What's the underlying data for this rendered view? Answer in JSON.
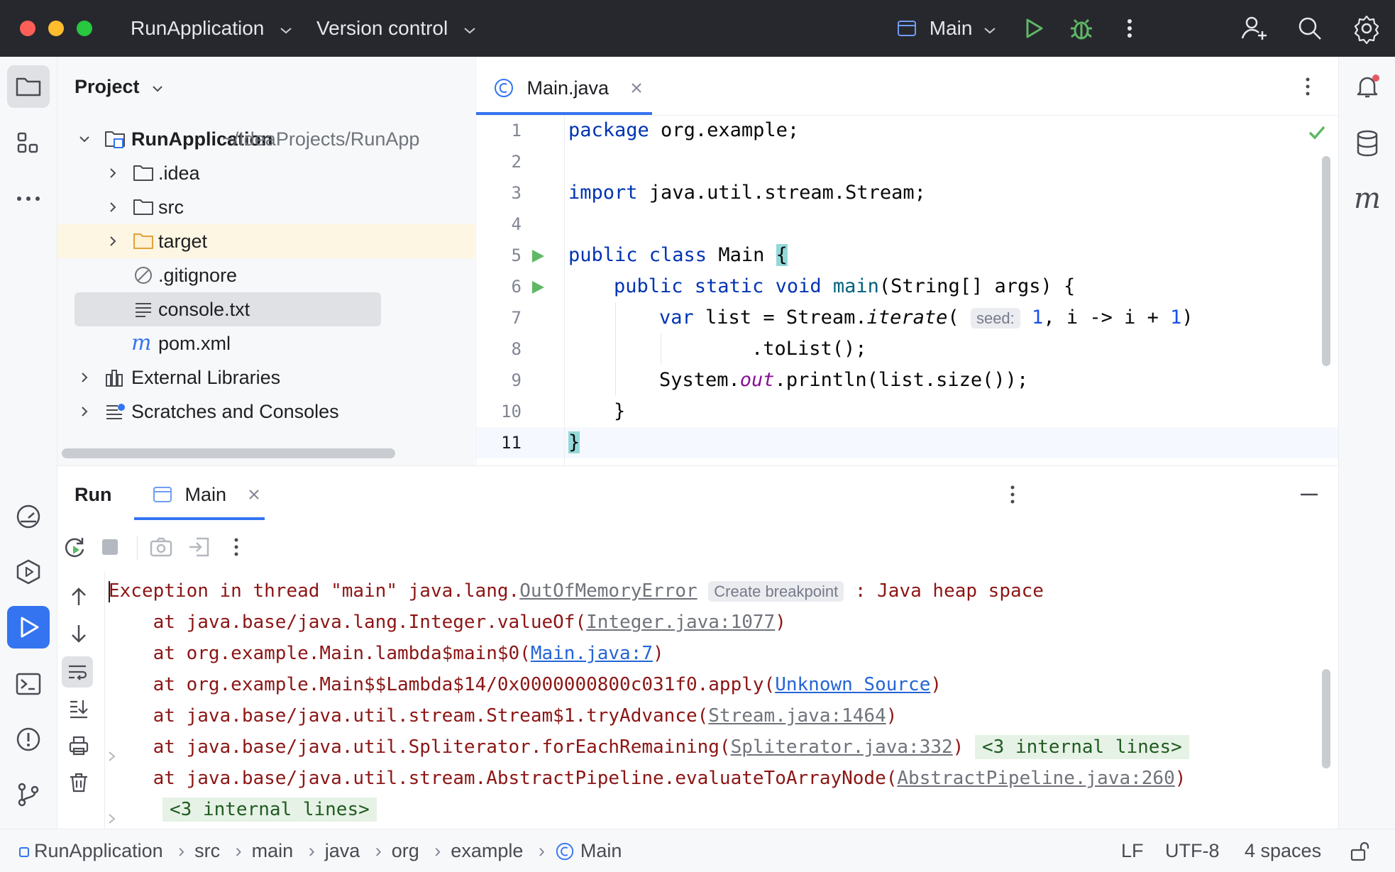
{
  "titlebar": {
    "project_name": "RunApplication",
    "vcs_label": "Version control",
    "run_config": "Main",
    "colors": {
      "bg": "#27282e",
      "close": "#ff5f57",
      "minimize": "#febc2e",
      "zoom": "#28c840",
      "run": "#5fb865"
    }
  },
  "project_panel": {
    "title": "Project",
    "root_name": "RunApplication",
    "root_path": "~/IdeaProjects/RunApp",
    "items": [
      {
        "label": ".idea"
      },
      {
        "label": "src"
      },
      {
        "label": "target"
      },
      {
        "label": ".gitignore"
      },
      {
        "label": "console.txt"
      },
      {
        "label": "pom.xml"
      },
      {
        "label": "External Libraries"
      },
      {
        "label": "Scratches and Consoles"
      }
    ]
  },
  "editor": {
    "tab_label": "Main.java",
    "line_numbers": [
      "1",
      "2",
      "3",
      "4",
      "5",
      "6",
      "7",
      "8",
      "9",
      "10",
      "11"
    ],
    "code": {
      "l1_kw": "package",
      "l1_rest": " org.example;",
      "l3_kw": "import",
      "l3_rest": " java.util.stream.Stream;",
      "l5_kw": "public class",
      "l5_name": " Main ",
      "l5_brace": "{",
      "l6_kw": "public static void",
      "l6_fn": "main",
      "l6_rest": "(String[] args) {",
      "l7_kw": "var",
      "l7_a": " list = Stream.",
      "l7_fn": "iterate",
      "l7_b": "(",
      "l7_hint": "seed:",
      "l7_n1": "1",
      "l7_c": ", i -> i + ",
      "l7_n2": "1",
      "l7_d": ")",
      "l8": ".toList();",
      "l9_a": "System.",
      "l9_field": "out",
      "l9_b": ".println(list.size());",
      "l10": "}",
      "l11": "}"
    }
  },
  "run_panel": {
    "title": "Run",
    "tab_label": "Main",
    "console": {
      "l1_a": "Exception in thread \"main\" java.lang.",
      "l1_link": "OutOfMemoryError",
      "l1_hint": "Create breakpoint",
      "l1_b": " : Java heap space",
      "l2_a": "    at java.base/java.lang.Integer.valueOf(",
      "l2_link": "Integer.java:1077",
      "l2_b": ")",
      "l3_a": "    at org.example.Main.lambda$main$0(",
      "l3_link": "Main.java:7",
      "l3_b": ")",
      "l4_a": "    at org.example.Main$$Lambda$14/0x0000000800c031f0.apply(",
      "l4_link": "Unknown Source",
      "l4_b": ")",
      "l5_a": "    at java.base/java.util.stream.Stream$1.tryAdvance(",
      "l5_link": "Stream.java:1464",
      "l5_b": ")",
      "l6_a": "    at java.base/java.util.Spliterator.forEachRemaining(",
      "l6_link": "Spliterator.java:332",
      "l6_b": ")",
      "l6_fold": "<3 internal lines>",
      "l7_a": "    at java.base/java.util.stream.AbstractPipeline.evaluateToArrayNode(",
      "l7_link": "AbstractPipeline.java:260",
      "l7_b": ")",
      "l8_fold": "<3 internal lines>"
    }
  },
  "statusbar": {
    "breadcrumbs": [
      "RunApplication",
      "src",
      "main",
      "java",
      "org",
      "example",
      "Main"
    ],
    "line_separator": "LF",
    "encoding": "UTF-8",
    "indent": "4 spaces"
  }
}
